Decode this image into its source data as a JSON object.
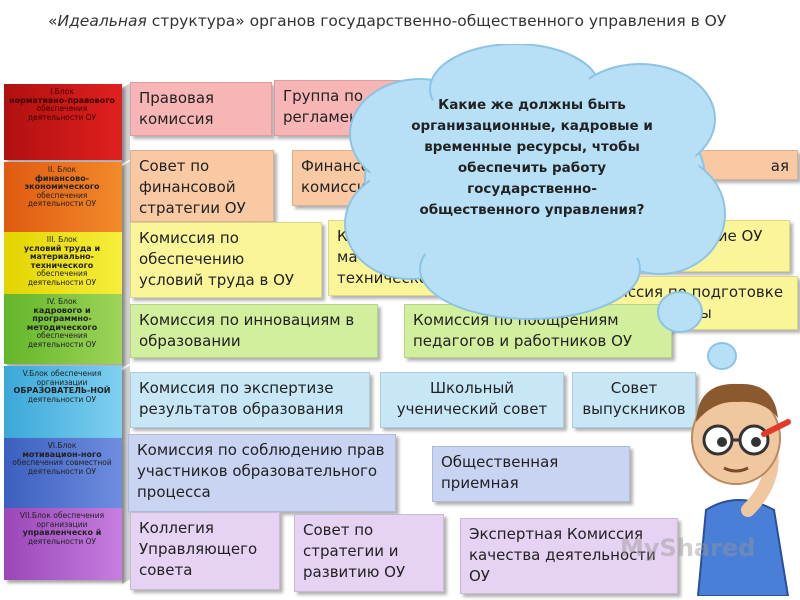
{
  "title": {
    "open_quote": "«",
    "italic": "Идеальная",
    "rest": " структура» органов государственно-общественного управления в ОУ"
  },
  "blocks": [
    {
      "head": "I.Блок",
      "bold": "нормативно-правового",
      "tail": "обеспечения деятельности ОУ"
    },
    {
      "head": "II. Блок",
      "bold": "финансово-экономического",
      "tail": "обеспечения деятельности ОУ"
    },
    {
      "head": "III. Блок",
      "bold": "условий труда и материально-технического",
      "tail": "обеспечения деятельности ОУ"
    },
    {
      "head": "IV. Блок",
      "bold": "кадрового и программно-методического",
      "tail": "обеспечения деятельности ОУ"
    },
    {
      "head": "V.Блок обеспечения организации",
      "bold": "ОБРАЗОВАТЕЛЬ-НОЙ",
      "tail": "деятельности ОУ"
    },
    {
      "head": "VI.Блок",
      "bold": "мотивацион-ного",
      "tail": "обеспечения совместной деятельности ОУ"
    },
    {
      "head": "VII.Блок обеспечения организации",
      "bold": "управленческо й",
      "tail": "деятельности ОУ"
    }
  ],
  "boxes": {
    "legal": "Правовая комиссия",
    "regulation": "Группа по регламенту",
    "fin_council": "Совет по финансовой стратегии ОУ",
    "fin_commission": "Финансовая комиссия",
    "hidden_right_1": "ая",
    "work_conditions": "Комиссия по обеспечению условий труда в ОУ",
    "material": "Комиссия по материально-техническому развитию",
    "design": "по дизайну и      ие ОУ",
    "school_prep": "Комиссия по подготовке школы",
    "innovations": "Комиссия по инновациям в образовании",
    "rewards": "Комиссия по поощрениям педагогов и работников ОУ",
    "expertise": "Комиссия по экспертизе результатов образования",
    "student_council": "Школьный ученический совет",
    "graduates": "Совет выпускников",
    "rights": "Комиссия по соблюдению прав участников образовательного процесса",
    "public_reception": "Общественная приемная",
    "board": "Коллегия Управляющего совета",
    "strategy_council": "Совет по стратегии и развитию ОУ",
    "quality": "Экспертная Комиссия качества деятельности ОУ"
  },
  "cloud": {
    "question": "Какие же должны быть организационные, кадровые и временные ресурсы, чтобы обеспечить работу государственно-общественного управления?"
  },
  "watermark": "MyShared",
  "colors": {
    "red": "#f7b5b5",
    "orange": "#f9c9a4",
    "yellow": "#fbf59a",
    "green": "#d2ef9e",
    "blue": "#c7e7f6",
    "navy": "#c8d4f2",
    "purple": "#e6d2f2",
    "cloud": "#b7e0f7"
  }
}
